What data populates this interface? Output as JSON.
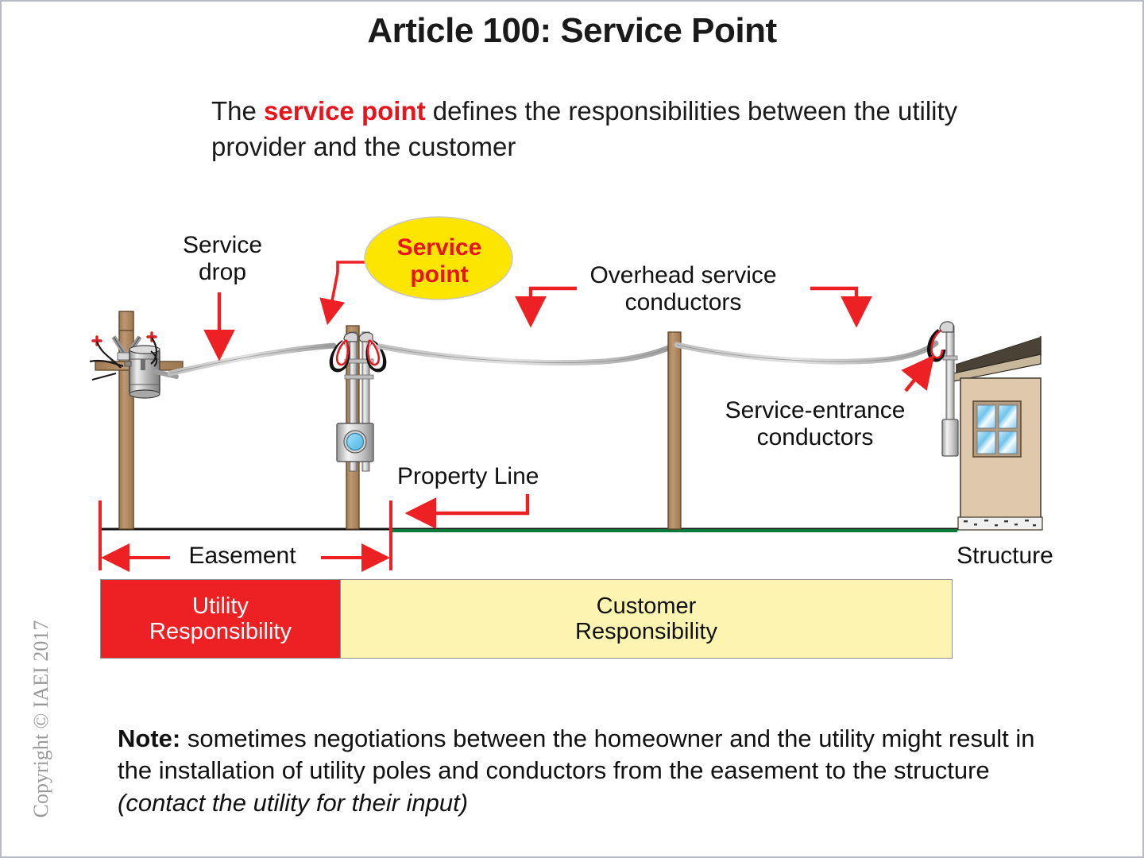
{
  "header": {
    "title": "Article 100: Service Point",
    "subtitle_part1": "The ",
    "subtitle_highlight": "service point",
    "subtitle_part2": " defines the responsibilities between the utility provider and the customer"
  },
  "diagram": {
    "callout_service_point": "Service\npoint",
    "label_service_drop": "Service\ndrop",
    "label_overhead_service_conductors": "Overhead service\nconductors",
    "label_service_entrance_conductors": "Service-entrance\nconductors",
    "label_property_line": "Property Line",
    "label_easement": "Easement",
    "label_structure": "Structure"
  },
  "responsibility_bar": {
    "utility_label": "Utility\nResponsibility",
    "customer_label": "Customer\nResponsibility",
    "utility_color": "#ED2024",
    "customer_color": "#FCF4B0"
  },
  "note": {
    "prefix": "Note:",
    "body": " sometimes negotiations between the homeowner and the utility might result in the installation of utility poles and conductors from the easement to the structure ",
    "italic_tail": "(contact the utility for their input)"
  },
  "footer": {
    "copyright": "Copyright © IAEI 2017"
  },
  "colors": {
    "red": "#ED2024",
    "highlight_red": "#E8141B",
    "yellow_ellipse": "#FCE500",
    "pale_yellow": "#FCF4B0",
    "pole_brown": "#AF8A63",
    "roof_brown": "#4A4234",
    "wall_tan": "#DEC9AC",
    "conductor_gray": "#A6A6A6",
    "ground_green": "#0B7A3B",
    "meter_blue": "#6FC8EE"
  }
}
